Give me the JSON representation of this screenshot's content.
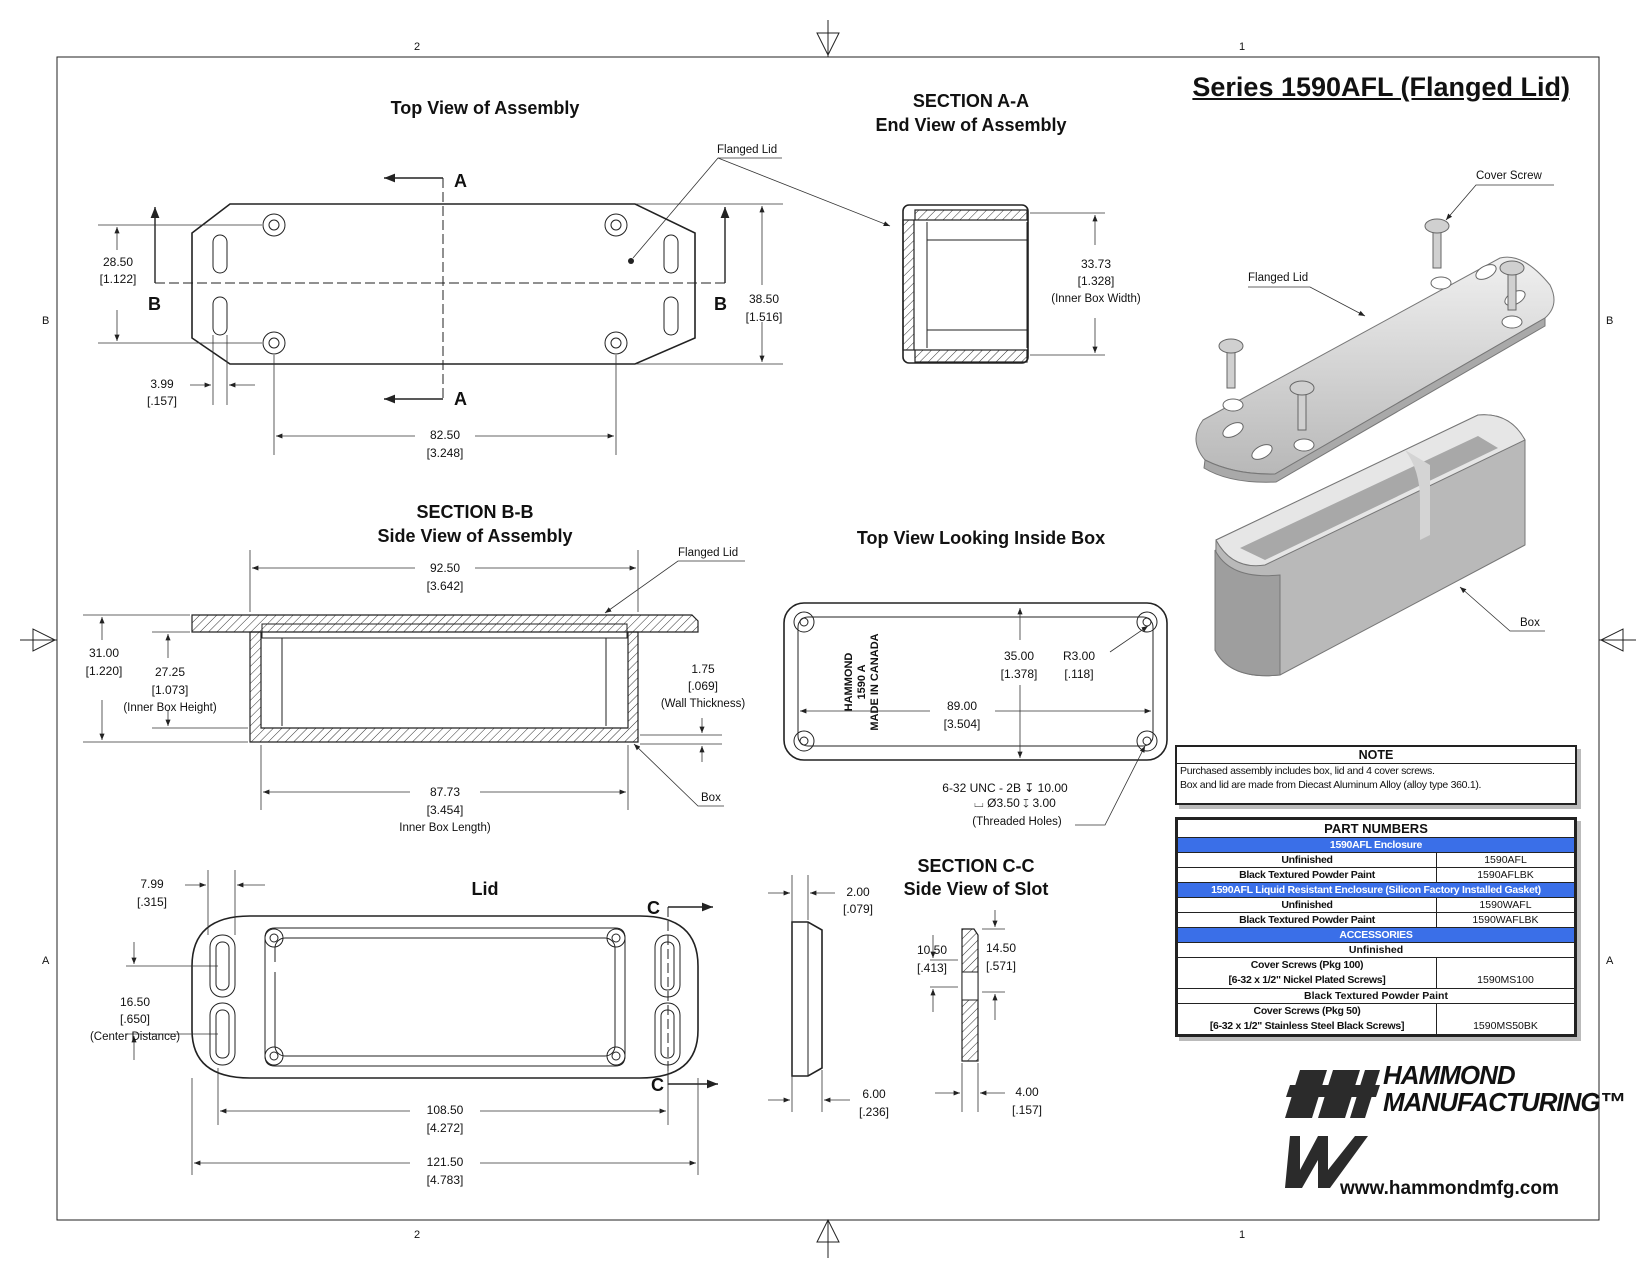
{
  "title": "Series 1590AFL (Flanged Lid)",
  "zones": {
    "col_right": "1",
    "col_left": "2",
    "row_top": "B",
    "row_bottom": "A"
  },
  "views": {
    "top_view": "Top View of Assembly",
    "section_aa_1": "SECTION A-A",
    "section_aa_2": "End View of Assembly",
    "section_bb_1": "SECTION B-B",
    "section_bb_2": "Side View of Assembly",
    "inside_view": "Top View Looking Inside Box",
    "lid_view": "Lid",
    "section_cc_1": "SECTION C-C",
    "section_cc_2": "Side View of Slot"
  },
  "section_markers": {
    "a": "A",
    "b": "B",
    "c": "C"
  },
  "callouts": {
    "flanged_lid": "Flanged Lid",
    "cover_screw": "Cover Screw",
    "box": "Box",
    "threaded_holes": "(Threaded Holes)",
    "thread_spec_1": "6-32 UNC - 2B ↧ 10.00",
    "thread_spec_2": "⌴ Ø3.50 ↧ 3.00",
    "marking_1": "HAMMOND",
    "marking_2": "1590 A",
    "marking_3": "MADE IN CANADA"
  },
  "dimensions": {
    "d28_50": [
      "28.50",
      "[1.122]"
    ],
    "d38_50": [
      "38.50",
      "[1.516]"
    ],
    "d3_99": [
      "3.99",
      "[.157]"
    ],
    "d82_50": [
      "82.50",
      "[3.248]"
    ],
    "d33_73": [
      "33.73",
      "[1.328]",
      "(Inner Box Width)"
    ],
    "d92_50": [
      "92.50",
      "[3.642]"
    ],
    "d31_00": [
      "31.00",
      "[1.220]"
    ],
    "d27_25": [
      "27.25",
      "[1.073]",
      "(Inner Box Height)"
    ],
    "d1_75": [
      "1.75",
      "[.069]",
      "(Wall Thickness)"
    ],
    "d87_73": [
      "87.73",
      "[3.454]",
      "Inner Box Length)"
    ],
    "d35_00": [
      "35.00",
      "[1.378]"
    ],
    "r3_00": [
      "R3.00",
      "[.118]"
    ],
    "d89_00": [
      "89.00",
      "[3.504]"
    ],
    "d7_99": [
      "7.99",
      "[.315]"
    ],
    "d16_50": [
      "16.50",
      "[.650]",
      "(Center Distance)"
    ],
    "d108_50": [
      "108.50",
      "[4.272]"
    ],
    "d121_50": [
      "121.50",
      "[4.783]"
    ],
    "d2_00": [
      "2.00",
      "[.079]"
    ],
    "d6_00": [
      "6.00",
      "[.236]"
    ],
    "d10_50": [
      "10.50",
      "[.413]"
    ],
    "d14_50": [
      "14.50",
      "[.571]"
    ],
    "d4_00": [
      "4.00",
      "[.157]"
    ]
  },
  "note": {
    "header": "NOTE",
    "line1": "Purchased assembly includes box, lid and 4 cover screws.",
    "line2": "Box and lid are made from Diecast Aluminum Alloy (alloy type 360.1)."
  },
  "parts": {
    "header": "PART NUMBERS",
    "band1": "1590AFL Enclosure",
    "unfinished": "Unfinished",
    "black": "Black Textured Powder Paint",
    "p_1590afl": "1590AFL",
    "p_1590aflbk": "1590AFLBK",
    "band2": "1590AFL Liquid Resistant Enclosure (Silicon Factory Installed Gasket)",
    "p_1590wafl": "1590WAFL",
    "p_1590waflbk": "1590WAFLBK",
    "band3": "ACCESSORIES",
    "screws100_1": "Cover Screws (Pkg 100)",
    "screws100_2": "[6-32 x 1/2\" Nickel Plated Screws]",
    "p_ms100": "1590MS100",
    "screws50_1": "Cover Screws (Pkg 50)",
    "screws50_2": "[6-32 x 1/2\" Stainless Steel Black Screws]",
    "p_ms50bk": "1590MS50BK"
  },
  "brand": {
    "line1": "HAMMOND",
    "line2": "MANUFACTURING™",
    "website": "www.hammondmfg.com"
  },
  "colors": {
    "band": "#3a6fe8",
    "render": "#d8d8d8",
    "line": "#222222"
  }
}
